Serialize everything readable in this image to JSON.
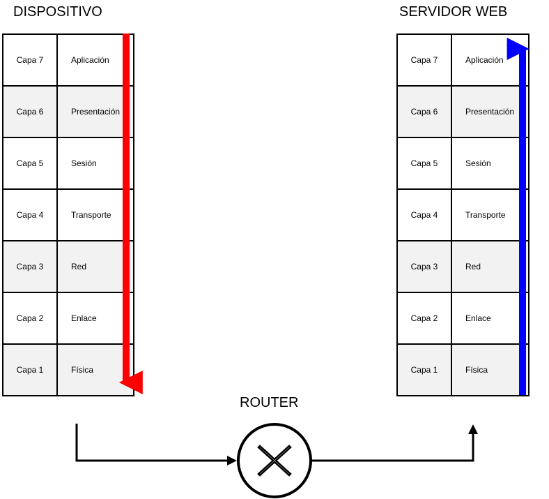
{
  "labels": {
    "device": "DISPOSITIVO",
    "server": "SERVIDOR WEB",
    "router": "ROUTER"
  },
  "stacks": {
    "device": [
      {
        "layer": "Capa 7",
        "name": "Aplicación",
        "shaded": false
      },
      {
        "layer": "Capa 6",
        "name": "Presentación",
        "shaded": true
      },
      {
        "layer": "Capa 5",
        "name": "Sesión",
        "shaded": false
      },
      {
        "layer": "Capa 4",
        "name": "Transporte",
        "shaded": false
      },
      {
        "layer": "Capa 3",
        "name": "Red",
        "shaded": true
      },
      {
        "layer": "Capa 2",
        "name": "Enlace",
        "shaded": false
      },
      {
        "layer": "Capa 1",
        "name": "Física",
        "shaded": true
      }
    ],
    "server": [
      {
        "layer": "Capa 7",
        "name": "Aplicación",
        "shaded": false
      },
      {
        "layer": "Capa 6",
        "name": "Presentación",
        "shaded": true
      },
      {
        "layer": "Capa 5",
        "name": "Sesión",
        "shaded": false
      },
      {
        "layer": "Capa 4",
        "name": "Transporte",
        "shaded": false
      },
      {
        "layer": "Capa 3",
        "name": "Red",
        "shaded": true
      },
      {
        "layer": "Capa 2",
        "name": "Enlace",
        "shaded": false
      },
      {
        "layer": "Capa 1",
        "name": "Física",
        "shaded": true
      }
    ]
  },
  "colors": {
    "descending_arrow": "#ff0000",
    "ascending_arrow": "#0000ff",
    "connector": "#000000"
  },
  "icons": {
    "router": "router-x-icon"
  }
}
